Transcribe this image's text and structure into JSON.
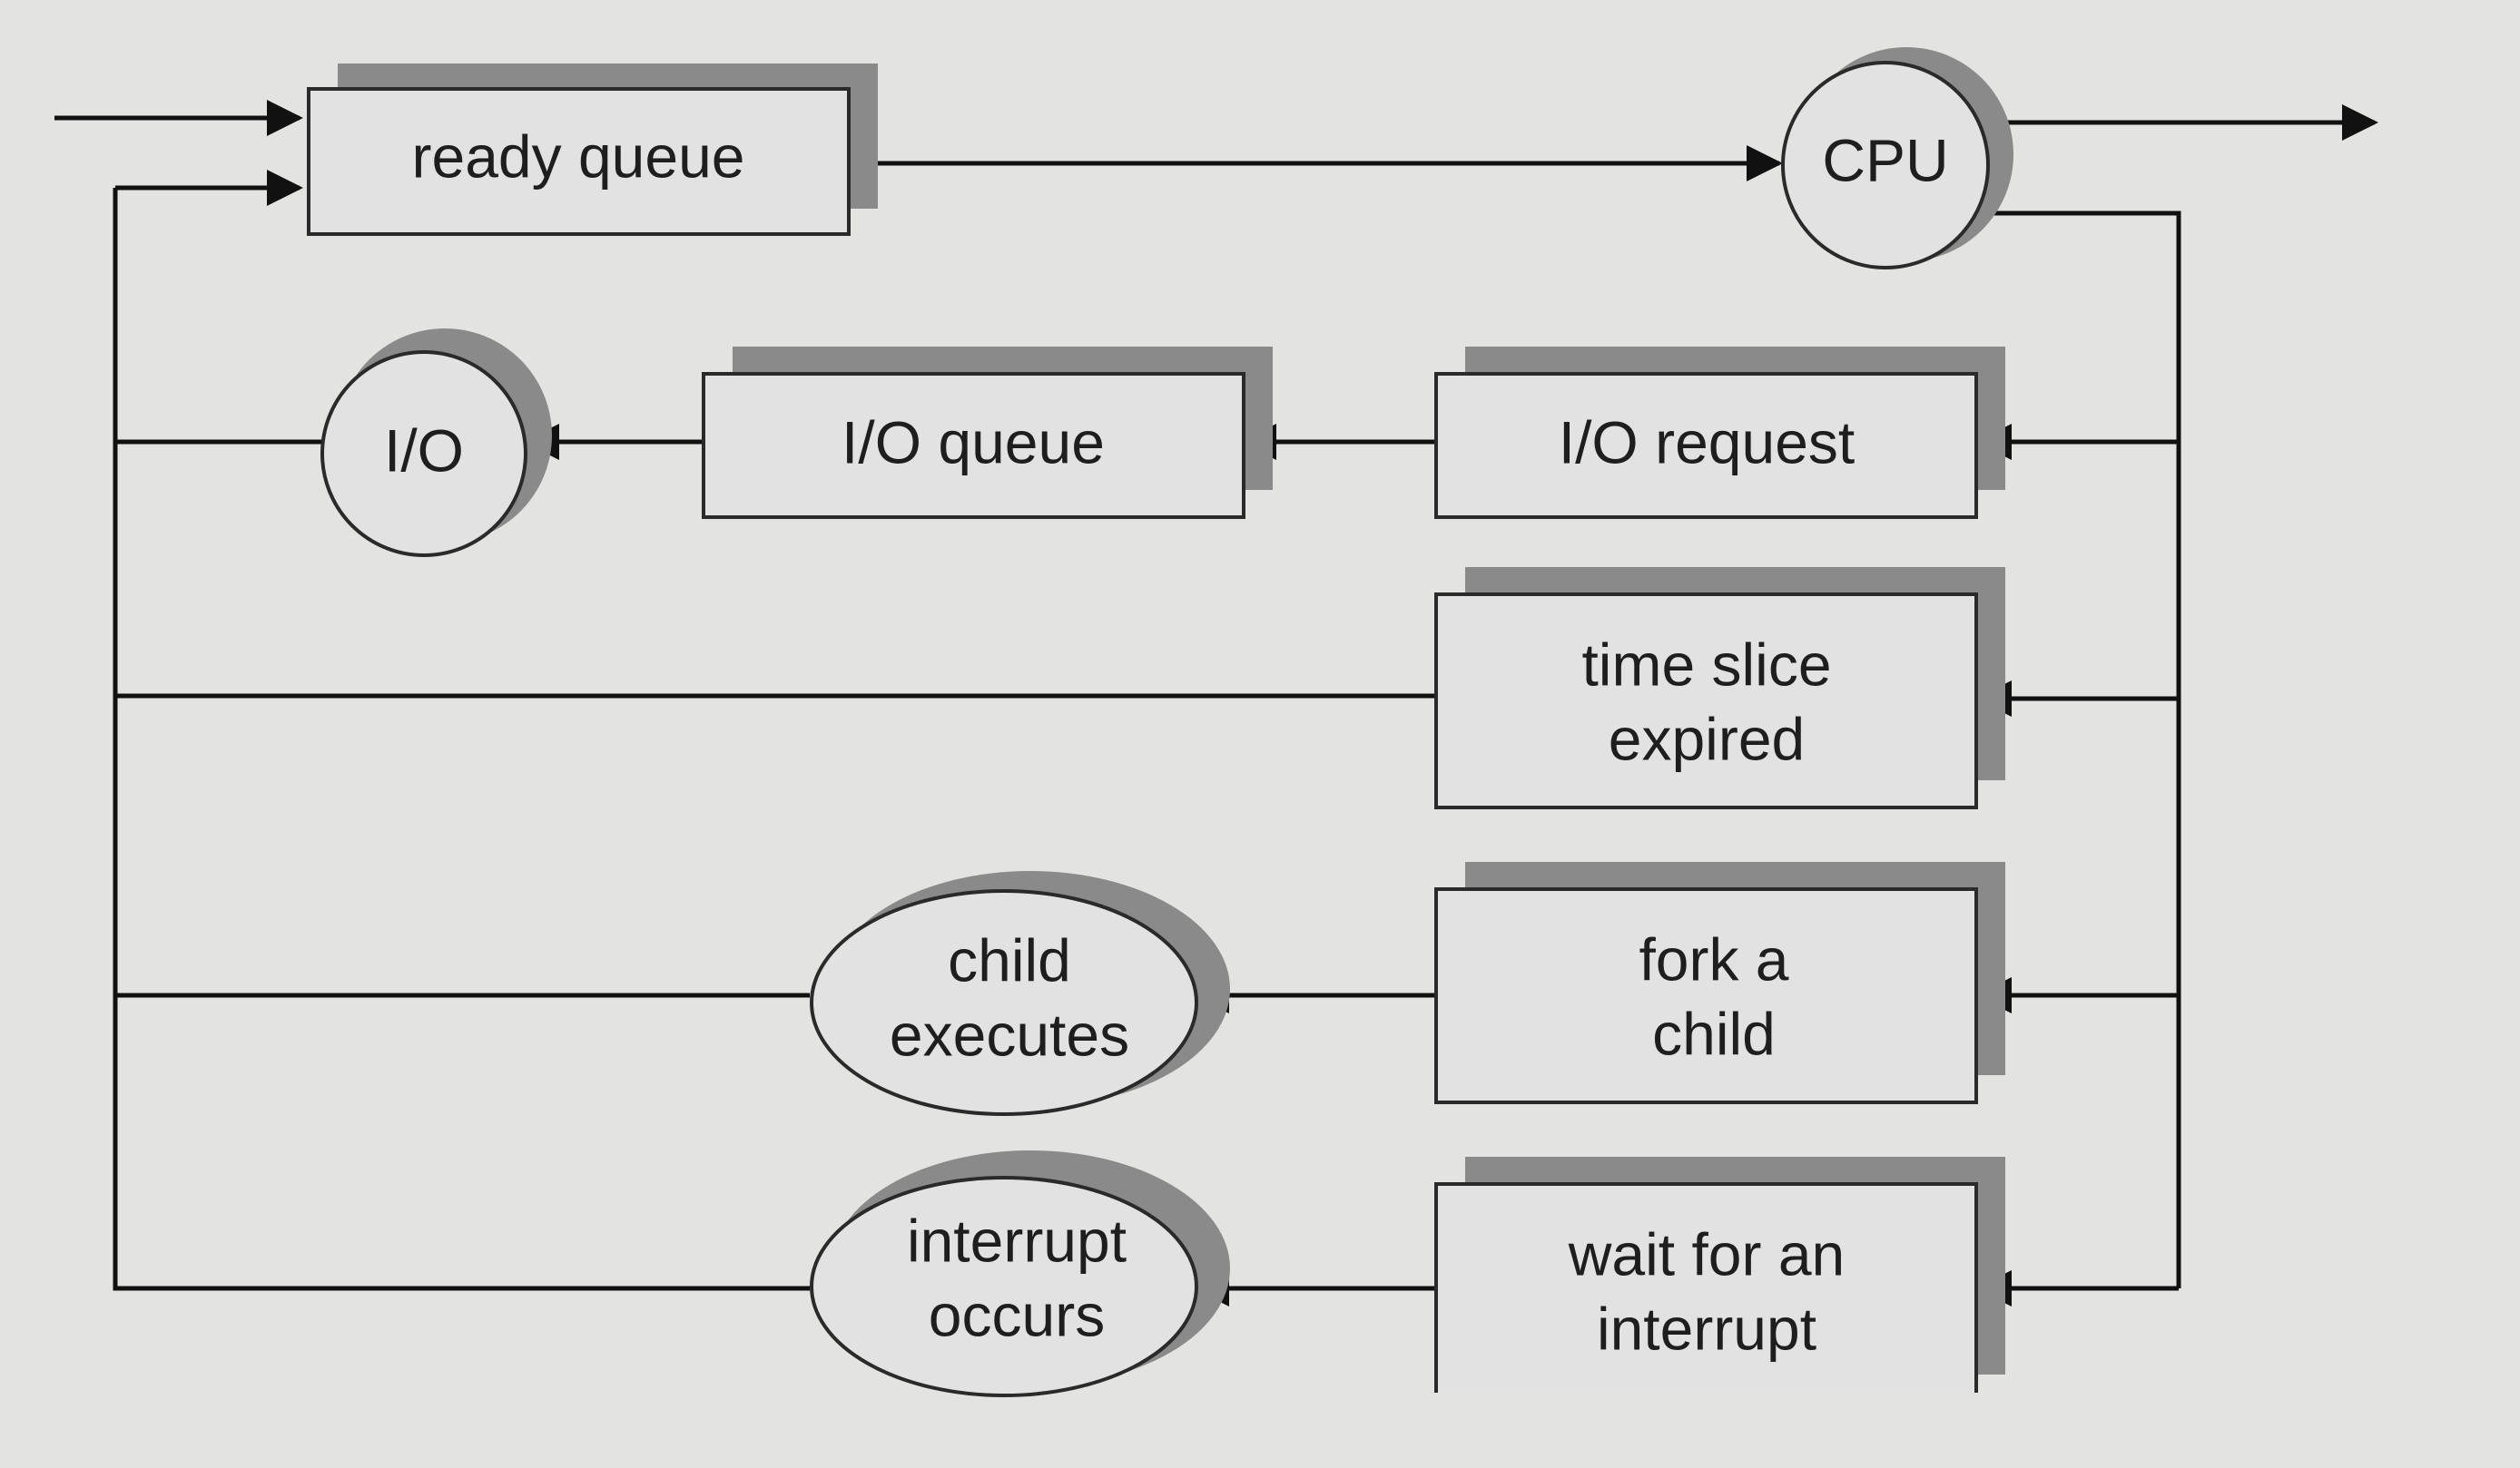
{
  "diagram": {
    "nodes": {
      "ready_queue": "ready queue",
      "cpu": "CPU",
      "io_device": "I/O",
      "io_queue": "I/O queue",
      "io_request": "I/O request",
      "time_slice": [
        "time slice",
        "expired"
      ],
      "fork_child": [
        "fork a",
        "child"
      ],
      "child_executes": [
        "child",
        "executes"
      ],
      "wait_interrupt": [
        "wait for an",
        "interrupt"
      ],
      "interrupt_occurs": [
        "interrupt",
        "occurs"
      ]
    },
    "colors": {
      "background": "#e3e3e1",
      "node_fill": "#e2e2e2",
      "shadow": "#8a8a8a",
      "stroke": "#111111"
    }
  }
}
